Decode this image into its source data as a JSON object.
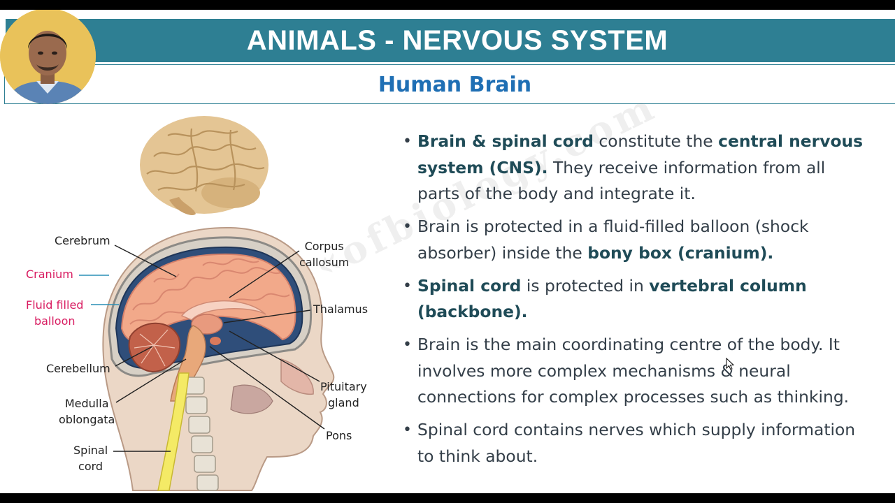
{
  "slide": {
    "title": "ANIMALS - NERVOUS SYSTEM",
    "subtitle": "Human Brain"
  },
  "watermark": "«ofbiology.com",
  "figure": {
    "labels": {
      "cerebrum": "Cerebrum",
      "cranium": "Cranium",
      "fluid_line1": "Fluid filled",
      "fluid_line2": "balloon",
      "cerebellum": "Cerebellum",
      "medulla_line1": "Medulla",
      "medulla_line2": "oblongata",
      "spinal_line1": "Spinal",
      "spinal_line2": "cord",
      "corpus_line1": "Corpus",
      "corpus_line2": "callosum",
      "thalamus": "Thalamus",
      "pituitary_line1": "Pituitary",
      "pituitary_line2": "gland",
      "pons": "Pons"
    }
  },
  "bullets": [
    {
      "lines": [
        [
          {
            "t": "Brain & spinal cord",
            "b": true
          },
          {
            "t": " constitute the "
          },
          {
            "t": "central nervous",
            "b": true
          }
        ],
        [
          {
            "t": "system (CNS).",
            "b": true
          },
          {
            "t": " They receive information from all"
          }
        ],
        [
          {
            "t": "parts of the body and integrate it."
          }
        ]
      ]
    },
    {
      "lines": [
        [
          {
            "t": "Brain is protected in a fluid-filled balloon (shock"
          }
        ],
        [
          {
            "t": "absorber) inside the "
          },
          {
            "t": "bony box (cranium).",
            "b": true
          }
        ]
      ]
    },
    {
      "lines": [
        [
          {
            "t": "Spinal cord",
            "b": true
          },
          {
            "t": " is protected in "
          },
          {
            "t": "vertebral column",
            "b": true
          }
        ],
        [
          {
            "t": "(backbone).",
            "b": true
          }
        ]
      ]
    },
    {
      "lines": [
        [
          {
            "t": "Brain is the main coordinating centre of the body. It"
          }
        ],
        [
          {
            "t": "involves more complex mechanisms & neural"
          }
        ],
        [
          {
            "t": "connections for complex processes such as thinking."
          }
        ]
      ]
    },
    {
      "lines": [
        [
          {
            "t": "Spinal cord contains nerves which supply information"
          }
        ],
        [
          {
            "t": "to think about."
          }
        ]
      ]
    }
  ],
  "colors": {
    "title_bar": "#2e7f93",
    "subtitle_text": "#1f6fb4",
    "label_pink": "#d81b60",
    "bold_text": "#1f4b57",
    "body_text": "#333e48"
  }
}
